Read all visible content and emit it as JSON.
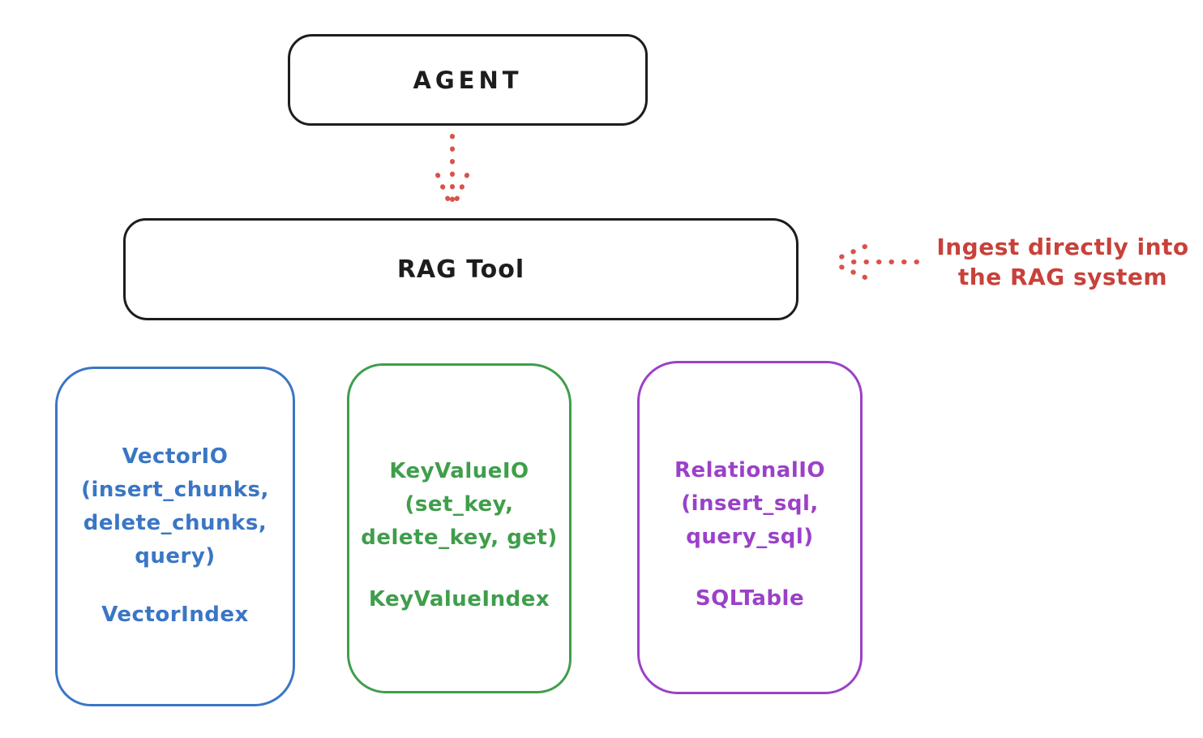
{
  "diagram": {
    "agent": {
      "label": "AGENT"
    },
    "rag_tool": {
      "label": "RAG Tool"
    },
    "annotation": {
      "line1": "Ingest directly into",
      "line2": "the RAG system",
      "color": "#c8413a"
    },
    "arrows": [
      {
        "name": "agent-to-rag-tool",
        "style": "dotted",
        "direction": "down",
        "color": "#d9534c"
      },
      {
        "name": "annotation-to-rag-tool",
        "style": "dotted",
        "direction": "left",
        "color": "#d9534c"
      }
    ],
    "colors": {
      "outline": "#1d1d1d",
      "vector_blue": "#3a76c5",
      "keyvalue_green": "#3f9e4b",
      "relational_purple": "#9b41c8",
      "arrow_red": "#d9534c"
    },
    "storage_boxes": [
      {
        "id": "vector-io",
        "color": "#3a76c5",
        "lines": [
          "VectorIO",
          "(insert_chunks,",
          "delete_chunks,",
          "query)"
        ],
        "index_label": "VectorIndex"
      },
      {
        "id": "keyvalue-io",
        "color": "#3f9e4b",
        "lines": [
          "KeyValueIO",
          "(set_key,",
          "delete_key, get)"
        ],
        "index_label": "KeyValueIndex"
      },
      {
        "id": "relational-io",
        "color": "#9b41c8",
        "lines": [
          "RelationalIO",
          "(insert_sql,",
          "query_sql)"
        ],
        "index_label": "SQLTable"
      }
    ]
  }
}
